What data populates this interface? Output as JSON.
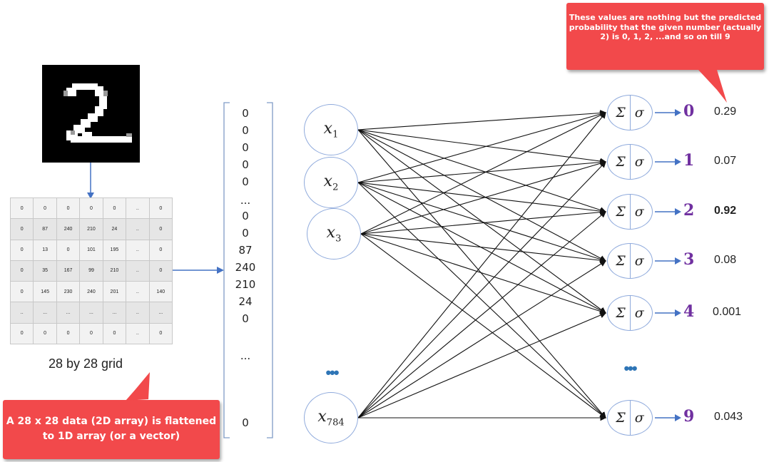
{
  "grid": {
    "rows": [
      [
        "0",
        "0",
        "0",
        "0",
        "0",
        "..",
        "0"
      ],
      [
        "0",
        "87",
        "240",
        "210",
        "24",
        "..",
        "0"
      ],
      [
        "0",
        "13",
        "0",
        "101",
        "195",
        "..",
        "0"
      ],
      [
        "0",
        "35",
        "167",
        "99",
        "210",
        "..",
        "0"
      ],
      [
        "0",
        "145",
        "230",
        "240",
        "201",
        "..",
        "140"
      ],
      [
        "..",
        "...",
        "...",
        "...",
        "...",
        "..",
        "..."
      ],
      [
        "0",
        "0",
        "0",
        "0",
        "0",
        "..",
        "0"
      ]
    ],
    "label": "28 by 28 grid"
  },
  "vector": {
    "values": [
      "0",
      "0",
      "0",
      "0",
      "0",
      "...",
      "0",
      "0",
      "87",
      "240",
      "210",
      "24",
      "0",
      "...",
      "0"
    ]
  },
  "inputs": {
    "items": [
      {
        "base": "x",
        "sub": "1"
      },
      {
        "base": "x",
        "sub": "2"
      },
      {
        "base": "x",
        "sub": "3"
      },
      {
        "base": "x",
        "sub": "784"
      }
    ],
    "ellipsis": "•••"
  },
  "outputs": {
    "neuron_symbols": {
      "sum": "Σ",
      "sigma": "σ"
    },
    "items": [
      {
        "digit": "0",
        "prob": "0.29"
      },
      {
        "digit": "1",
        "prob": "0.07"
      },
      {
        "digit": "2",
        "prob": "0.92"
      },
      {
        "digit": "3",
        "prob": "0.08"
      },
      {
        "digit": "4",
        "prob": "0.001"
      },
      {
        "digit": "9",
        "prob": "0.043"
      }
    ],
    "ellipsis": "•••"
  },
  "callouts": {
    "top": "These values are nothing but the predicted probability that the given number (actually 2) is 0, 1, 2, ...and so on till 9",
    "bottom": "A 28 x 28 data (2D array) is flattened to 1D array (or a vector)"
  },
  "colors": {
    "callout": "#f2494b",
    "arrow_blue": "#4472c4",
    "neuron_border": "#8faadc",
    "output_digit": "#7030a0",
    "ellipsis_blue": "#2e75b6"
  }
}
